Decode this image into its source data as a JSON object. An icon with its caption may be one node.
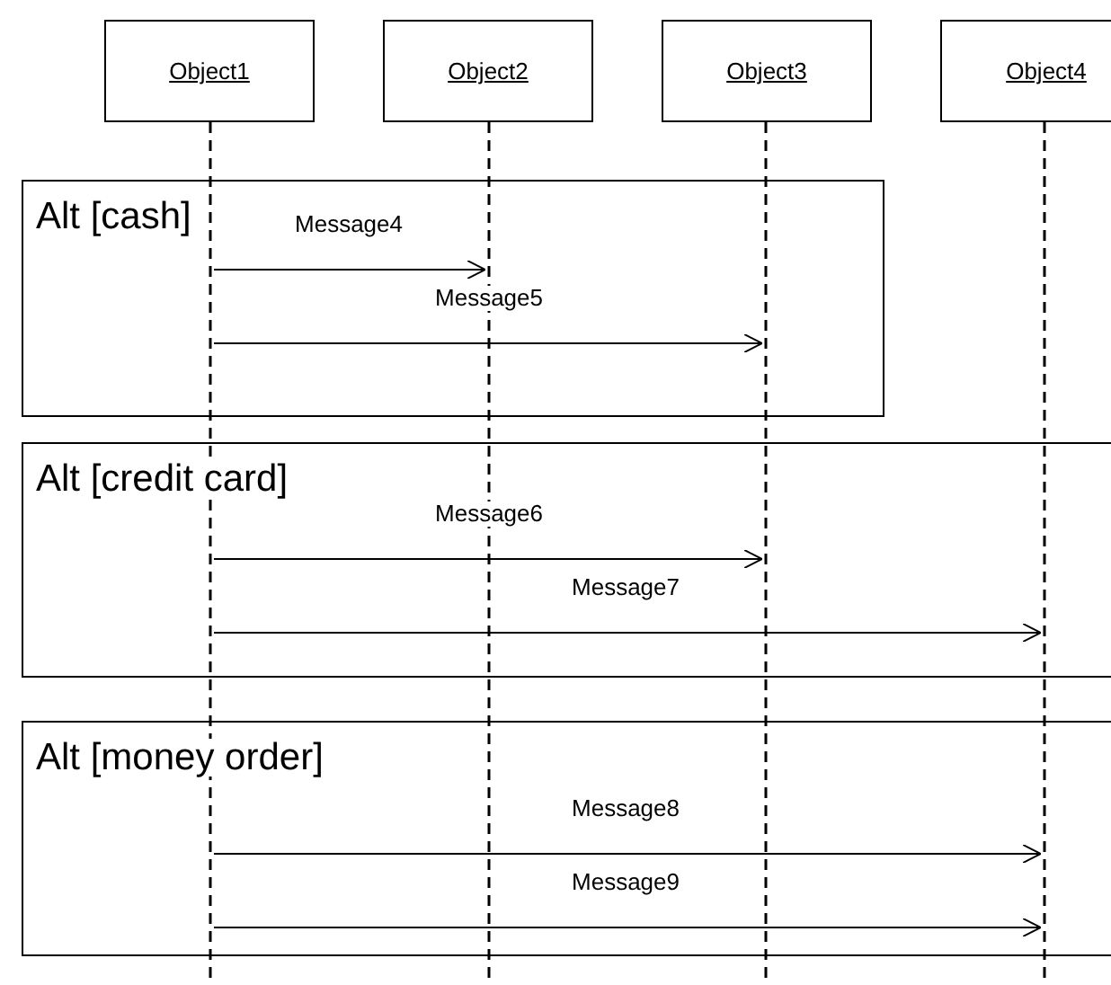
{
  "diagram": {
    "nodes": [
      {
        "text": [
          "Object1"
        ]
      },
      {
        "text": [
          "Object2"
        ]
      },
      {
        "text": [
          "Object3"
        ]
      },
      {
        "text": [
          "Object4"
        ]
      },
      {
        "text": [],
        "shape": "line"
      },
      {
        "text": [],
        "shape": "line"
      },
      {
        "text": [],
        "shape": "line"
      },
      {
        "text": [],
        "shape": "line"
      },
      {
        "text": [
          "Alt [cash]"
        ]
      },
      {
        "text": [
          "Alt [credit card]"
        ]
      },
      {
        "text": [
          "Alt [money order]"
        ]
      }
    ],
    "edges": [
      {
        "from": 4,
        "to": 5,
        "arrow": "to",
        "label": "Message4"
      },
      {
        "from": 4,
        "to": 6,
        "arrow": "to",
        "label": "Message5"
      },
      {
        "from": 4,
        "to": 6,
        "arrow": "to",
        "label": "Message6"
      },
      {
        "from": 4,
        "to": 7,
        "arrow": "to",
        "label": "Message7"
      },
      {
        "from": 4,
        "to": 7,
        "arrow": "to",
        "label": "Message8"
      },
      {
        "from": 4,
        "to": 7,
        "arrow": "to",
        "label": "Message9"
      }
    ]
  }
}
